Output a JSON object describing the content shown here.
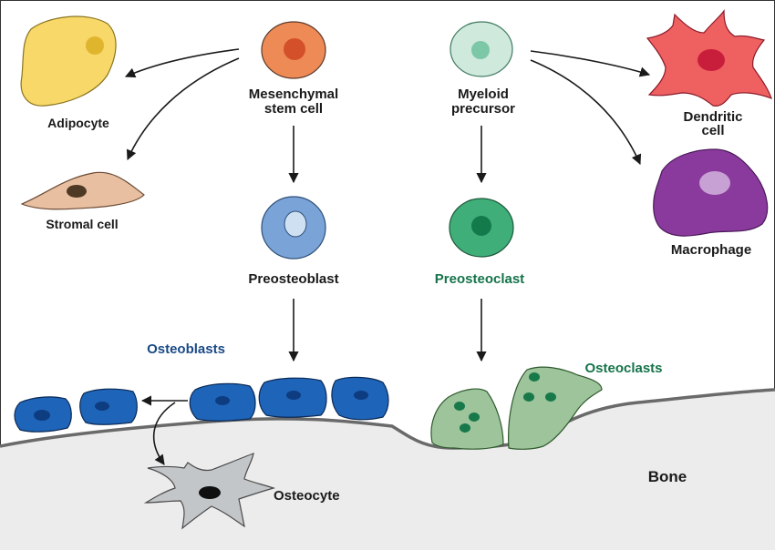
{
  "labels": {
    "msc_line1": "Mesenchymal",
    "msc_line2": "stem cell",
    "myeloid_line1": "Myeloid",
    "myeloid_line2": "precursor",
    "adipocyte": "Adipocyte",
    "stromal": "Stromal cell",
    "preosteoblast": "Preosteoblast",
    "preosteoclast": "Preosteoclast",
    "dendritic_line1": "Dendritic",
    "dendritic_line2": "cell",
    "macrophage": "Macrophage",
    "osteoblasts": "Osteoblasts",
    "osteoclasts": "Osteoclasts",
    "osteocyte": "Osteocyte",
    "bone": "Bone"
  },
  "colors": {
    "msc": "#ee8a55",
    "msc_nucleus": "#d4502a",
    "myeloid": "#cfe9dd",
    "myeloid_nucleus": "#7cc7a6",
    "adipocyte": "#f7d868",
    "adipocyte_nucleus": "#e0b52e",
    "stromal": "#e8bfa0",
    "stromal_nucleus": "#4e3a24",
    "preosteoblast": "#7aa4d8",
    "preosteoblast_nucleus": "#cfe0f3",
    "preosteoclast": "#3fae79",
    "preosteoclast_nucleus": "#137a4c",
    "dendritic": "#ef6060",
    "dendritic_nucleus": "#c81e3c",
    "macrophage": "#8a3a9c",
    "macrophage_nucleus": "#c7a0d4",
    "osteoblast": "#1e64b8",
    "osteoblast_nucleus": "#0e3c80",
    "osteoclast": "#9dc49a",
    "osteoclast_nucleus": "#17784a",
    "osteocyte": "#c3c6c8",
    "osteocyte_nucleus": "#101010",
    "bone": "#ececec",
    "bone_edge": "#6a6a6a",
    "blue_label": "#1a4a86",
    "green_label": "#15734a"
  }
}
